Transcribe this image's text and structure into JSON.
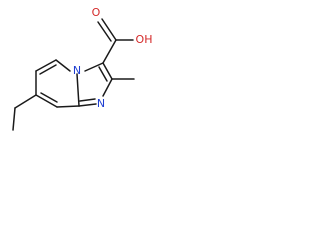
{
  "molecule": {
    "atoms": {
      "oxygen_carbonyl": "O",
      "hydroxyl": "OH",
      "nitrogen_imine": "N",
      "nitrogen_bridge": "N"
    },
    "colors": {
      "bond": "#1a1a1a",
      "nitrogen": "#1f3fd1",
      "oxygen": "#d42a2a",
      "background": "#ffffff"
    }
  }
}
